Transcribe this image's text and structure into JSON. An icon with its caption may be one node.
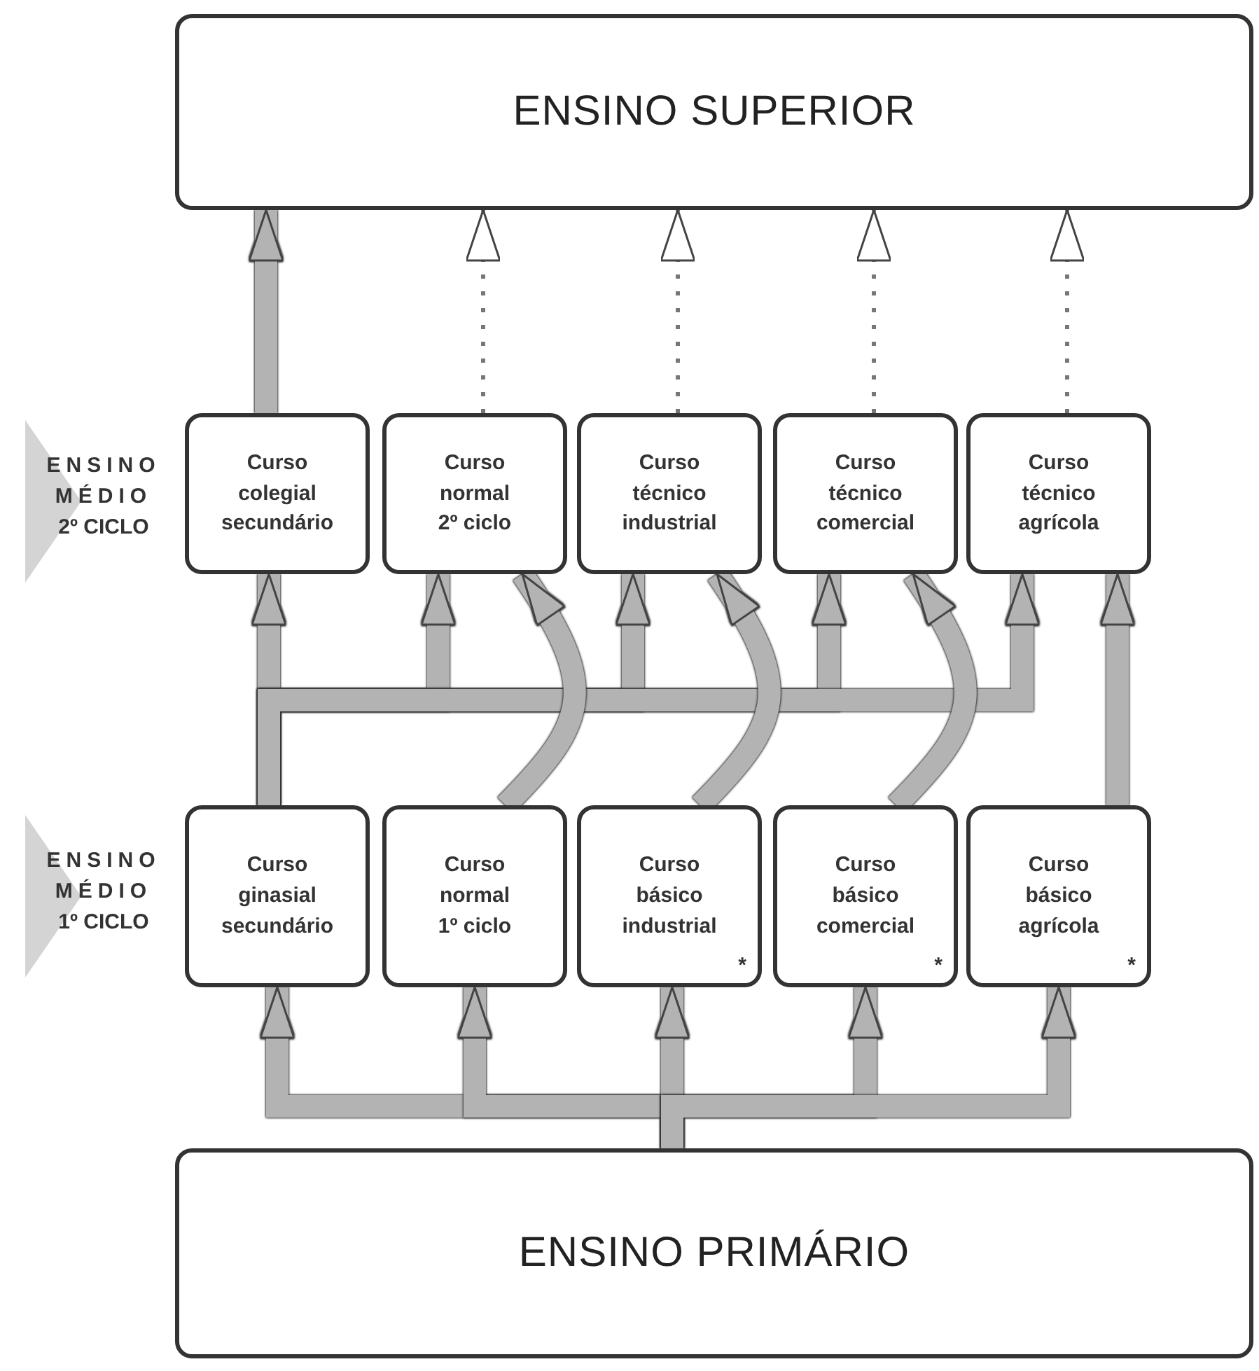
{
  "diagram": {
    "nodes": [
      {
        "text": [
          "ENSINO SUPERIOR"
        ]
      },
      {
        "text": [
          "Curso colegial secundário"
        ]
      },
      {
        "text": [
          "Curso normal 2º ciclo"
        ]
      },
      {
        "text": [
          "Curso técnico industrial"
        ]
      },
      {
        "text": [
          "Curso técnico comercial"
        ]
      },
      {
        "text": [
          "Curso técnico agrícola"
        ]
      },
      {
        "text": [
          "Curso ginasial secundário"
        ]
      },
      {
        "text": [
          "Curso normal 1º ciclo"
        ]
      },
      {
        "text": [
          "Curso básico industrial",
          "*"
        ]
      },
      {
        "text": [
          "Curso básico comercial",
          "*"
        ]
      },
      {
        "text": [
          "Curso básico agrícola",
          "*"
        ]
      },
      {
        "text": [
          "ENSINO PRIMÁRIO"
        ]
      }
    ],
    "edges": [
      {
        "from": 1,
        "to": 0,
        "arrow": "to"
      },
      {
        "from": 2,
        "to": 0,
        "arrow": "to",
        "style": "dashed"
      },
      {
        "from": 3,
        "to": 0,
        "arrow": "to",
        "style": "dashed"
      },
      {
        "from": 4,
        "to": 0,
        "arrow": "to",
        "style": "dashed"
      },
      {
        "from": 5,
        "to": 0,
        "arrow": "to",
        "style": "dashed"
      },
      {
        "from": 6,
        "to": 1,
        "arrow": "to"
      },
      {
        "from": 6,
        "to": 2,
        "arrow": "to"
      },
      {
        "from": 6,
        "to": 3,
        "arrow": "to"
      },
      {
        "from": 6,
        "to": 4,
        "arrow": "to"
      },
      {
        "from": 6,
        "to": 5,
        "arrow": "to"
      },
      {
        "from": 7,
        "to": 2,
        "arrow": "to"
      },
      {
        "from": 8,
        "to": 3,
        "arrow": "to"
      },
      {
        "from": 9,
        "to": 4,
        "arrow": "to"
      },
      {
        "from": 10,
        "to": 5,
        "arrow": "to"
      },
      {
        "from": 11,
        "to": 6,
        "arrow": "to"
      },
      {
        "from": 11,
        "to": 7,
        "arrow": "to"
      },
      {
        "from": 11,
        "to": 8,
        "arrow": "to"
      },
      {
        "from": 11,
        "to": 9,
        "arrow": "to"
      },
      {
        "from": 11,
        "to": 10,
        "arrow": "to"
      }
    ],
    "labels": [
      "ENSINO MÉDIO 2º CICLO",
      "ENSINO MÉDIO 1º CICLO"
    ]
  }
}
